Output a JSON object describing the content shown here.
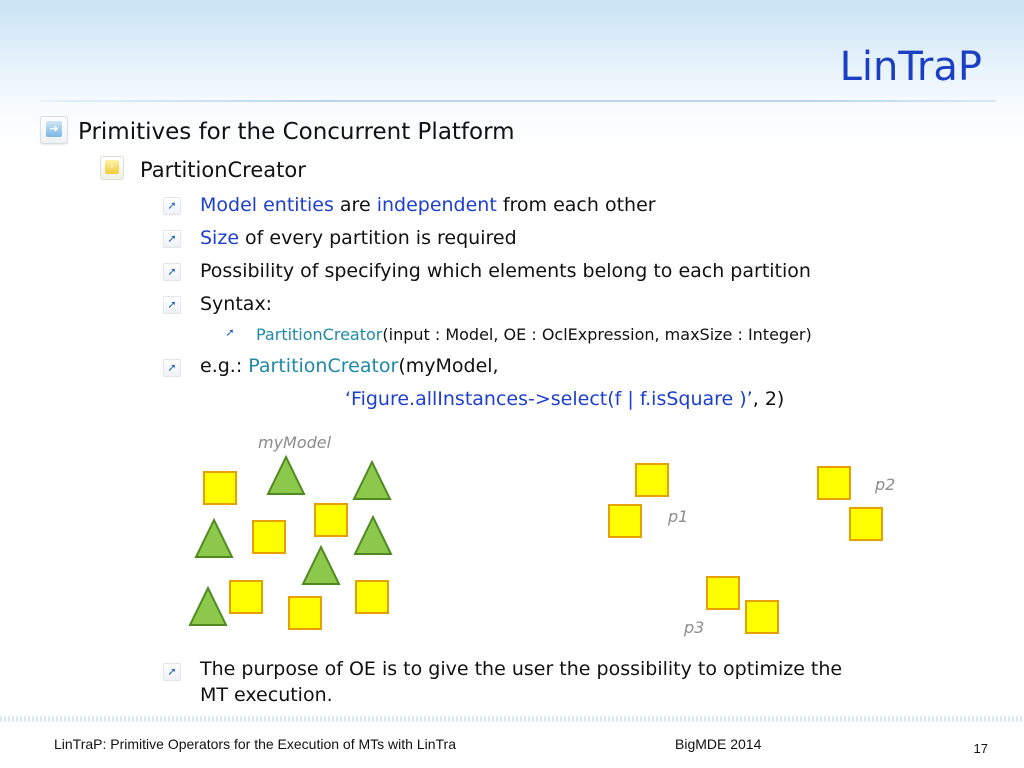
{
  "slide": {
    "title": "LinTraP",
    "level1": {
      "text": "Primitives for the Concurrent Platform"
    },
    "level2": {
      "text": "PartitionCreator"
    },
    "bullets": [
      {
        "a": "Model entities",
        "b": " are ",
        "c": "independent",
        "d": " from each other"
      },
      {
        "a": "Size",
        "b": " of every partition is required"
      },
      {
        "a": "Possibility of specifying which elements belong to each partition"
      },
      {
        "a": "Syntax:"
      }
    ],
    "syntax": {
      "func": "PartitionCreator",
      "args": "(input : Model, OE : OclExpression, maxSize : Integer)"
    },
    "example": {
      "prefix": "e.g.: ",
      "func": "PartitionCreator",
      "args": "(myModel,",
      "expr": "‘Figure.allInstances->select(f | f.isSquare )’",
      "tail": ", 2)"
    },
    "last_bullet": {
      "line1": "The purpose of OE is to give the user the possibility to optimize the",
      "line2": "MT execution."
    },
    "figure": {
      "captions": {
        "model": "myModel",
        "p1": "p1",
        "p2": "p2",
        "p3": "p3"
      }
    },
    "icons": {
      "level1": "arrow-box-icon",
      "level2": "chevron-box-icon",
      "level3": "arrow-up-right-icon"
    }
  },
  "footer": {
    "left": "LinTraP: Primitive Operators for the Execution of MTs with LinTra",
    "center": "BigMDE 2014",
    "page": "17"
  },
  "colors": {
    "title": "#1b3fc2",
    "highlight_blue": "#1d3fcf",
    "highlight_teal": "#1f8aa6",
    "square_fill": "#ffff00",
    "square_border": "#e8a000",
    "triangle_fill": "#8cc84b",
    "triangle_border": "#4f8a1f"
  }
}
